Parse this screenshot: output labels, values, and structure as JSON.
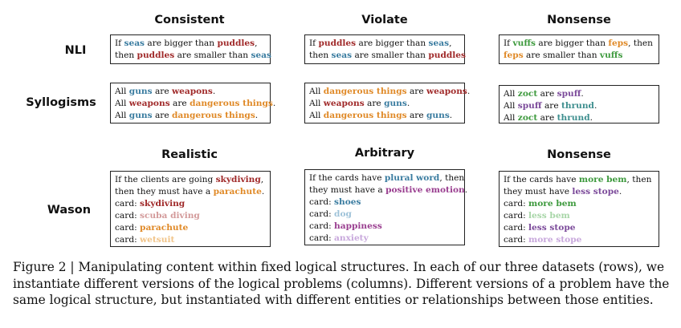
{
  "colors": {
    "blue": "#3a7ca0",
    "red": "#a02a2a",
    "orange": "#e08a28",
    "green": "#3e9a3e",
    "purple": "#7b4a9a",
    "teal": "#3f8f8f",
    "plum": "#9a3f90",
    "light_blue": "#9fc3d9",
    "light_green": "#a8d6a8",
    "light_red": "#d39a9a",
    "light_orange": "#f1c489",
    "light_purple": "#c8a8dc",
    "light_teal": "#9ac9c4"
  },
  "top_columns": [
    "Consistent",
    "Violate",
    "Nonsense"
  ],
  "bottom_columns": [
    "Realistic",
    "Arbitrary",
    "Nonsense"
  ],
  "rows": [
    "NLI",
    "Syllogisms",
    "Wason"
  ],
  "boxes": {
    "nli_consistent": [
      [
        {
          "t": "If "
        },
        {
          "t": "seas",
          "c": "blue"
        },
        {
          "t": " are bigger than "
        },
        {
          "t": "puddles",
          "c": "red"
        },
        {
          "t": ","
        }
      ],
      [
        {
          "t": "then "
        },
        {
          "t": "puddles",
          "c": "red"
        },
        {
          "t": " are smaller than "
        },
        {
          "t": "seas",
          "c": "blue"
        }
      ]
    ],
    "nli_violate": [
      [
        {
          "t": "If "
        },
        {
          "t": "puddles",
          "c": "red"
        },
        {
          "t": " are bigger than "
        },
        {
          "t": "seas",
          "c": "blue"
        },
        {
          "t": ","
        }
      ],
      [
        {
          "t": "then "
        },
        {
          "t": "seas",
          "c": "blue"
        },
        {
          "t": " are smaller than "
        },
        {
          "t": "puddles",
          "c": "red"
        }
      ]
    ],
    "nli_nonsense": [
      [
        {
          "t": "If "
        },
        {
          "t": "vuffs",
          "c": "green"
        },
        {
          "t": " are bigger than "
        },
        {
          "t": "feps",
          "c": "orange"
        },
        {
          "t": ", then"
        }
      ],
      [
        {
          "t": "feps",
          "c": "orange"
        },
        {
          "t": " are smaller than "
        },
        {
          "t": "vuffs",
          "c": "green"
        }
      ]
    ],
    "syl_consistent": [
      [
        {
          "t": "All "
        },
        {
          "t": "guns",
          "c": "blue"
        },
        {
          "t": " are "
        },
        {
          "t": "weapons",
          "c": "red"
        },
        {
          "t": "."
        }
      ],
      [
        {
          "t": "All "
        },
        {
          "t": "weapons",
          "c": "red"
        },
        {
          "t": " are "
        },
        {
          "t": "dangerous things",
          "c": "orange"
        },
        {
          "t": "."
        }
      ],
      [
        {
          "t": "All "
        },
        {
          "t": "guns",
          "c": "blue"
        },
        {
          "t": " are "
        },
        {
          "t": "dangerous things",
          "c": "orange"
        },
        {
          "t": "."
        }
      ]
    ],
    "syl_violate": [
      [
        {
          "t": "All "
        },
        {
          "t": "dangerous things",
          "c": "orange"
        },
        {
          "t": " are "
        },
        {
          "t": "weapons",
          "c": "red"
        },
        {
          "t": "."
        }
      ],
      [
        {
          "t": "All "
        },
        {
          "t": "weapons",
          "c": "red"
        },
        {
          "t": " are "
        },
        {
          "t": "guns",
          "c": "blue"
        },
        {
          "t": "."
        }
      ],
      [
        {
          "t": "All "
        },
        {
          "t": "dangerous things",
          "c": "orange"
        },
        {
          "t": " are "
        },
        {
          "t": "guns",
          "c": "blue"
        },
        {
          "t": "."
        }
      ]
    ],
    "syl_nonsense": [
      [
        {
          "t": "All "
        },
        {
          "t": "zoct",
          "c": "green"
        },
        {
          "t": " are "
        },
        {
          "t": "spuff",
          "c": "purple"
        },
        {
          "t": "."
        }
      ],
      [
        {
          "t": "All "
        },
        {
          "t": "spuff",
          "c": "purple"
        },
        {
          "t": " are "
        },
        {
          "t": "thrund",
          "c": "teal"
        },
        {
          "t": "."
        }
      ],
      [
        {
          "t": "All "
        },
        {
          "t": "zoct",
          "c": "green"
        },
        {
          "t": " are "
        },
        {
          "t": "thrund",
          "c": "teal"
        },
        {
          "t": "."
        }
      ]
    ],
    "wason_realistic": [
      [
        {
          "t": "If the clients are going "
        },
        {
          "t": "skydiving",
          "c": "red"
        },
        {
          "t": ","
        }
      ],
      [
        {
          "t": "then they must have a "
        },
        {
          "t": "parachute",
          "c": "orange"
        },
        {
          "t": "."
        }
      ],
      [
        {
          "t": "card:  "
        },
        {
          "t": "skydiving",
          "c": "red"
        }
      ],
      [
        {
          "t": "card:  "
        },
        {
          "t": "scuba diving",
          "c": "light_red"
        }
      ],
      [
        {
          "t": "card:  "
        },
        {
          "t": "parachute",
          "c": "orange"
        }
      ],
      [
        {
          "t": "card:  "
        },
        {
          "t": "wetsuit",
          "c": "light_orange"
        }
      ]
    ],
    "wason_arbitrary": [
      [
        {
          "t": "If the cards have "
        },
        {
          "t": "plural word",
          "c": "blue"
        },
        {
          "t": ", then"
        }
      ],
      [
        {
          "t": "they must have a "
        },
        {
          "t": "positive emotion",
          "c": "plum"
        },
        {
          "t": "."
        }
      ],
      [
        {
          "t": "card:  "
        },
        {
          "t": "shoes",
          "c": "blue"
        }
      ],
      [
        {
          "t": "card:  "
        },
        {
          "t": "dog",
          "c": "light_blue"
        }
      ],
      [
        {
          "t": "card:  "
        },
        {
          "t": "happiness",
          "c": "plum"
        }
      ],
      [
        {
          "t": "card:  "
        },
        {
          "t": "anxiety",
          "c": "light_purple"
        }
      ]
    ],
    "wason_nonsense": [
      [
        {
          "t": "If the cards have "
        },
        {
          "t": "more bem",
          "c": "green"
        },
        {
          "t": ", then"
        }
      ],
      [
        {
          "t": "they must have "
        },
        {
          "t": "less stope",
          "c": "purple"
        },
        {
          "t": "."
        }
      ],
      [
        {
          "t": "card:  "
        },
        {
          "t": "more bem",
          "c": "green"
        }
      ],
      [
        {
          "t": "card:  "
        },
        {
          "t": "less bem",
          "c": "light_green"
        }
      ],
      [
        {
          "t": "card:  "
        },
        {
          "t": "less stope",
          "c": "purple"
        }
      ],
      [
        {
          "t": "card:  "
        },
        {
          "t": "more stope",
          "c": "light_purple"
        }
      ]
    ]
  },
  "caption": {
    "label": "Figure 2 | ",
    "text": "Manipulating content within fixed logical structures. In each of our three datasets (rows), we instantiate different versions of the logical problems (columns). Different versions of a problem have the same logical structure, but instantiated with different entities or relationships between those entities."
  }
}
